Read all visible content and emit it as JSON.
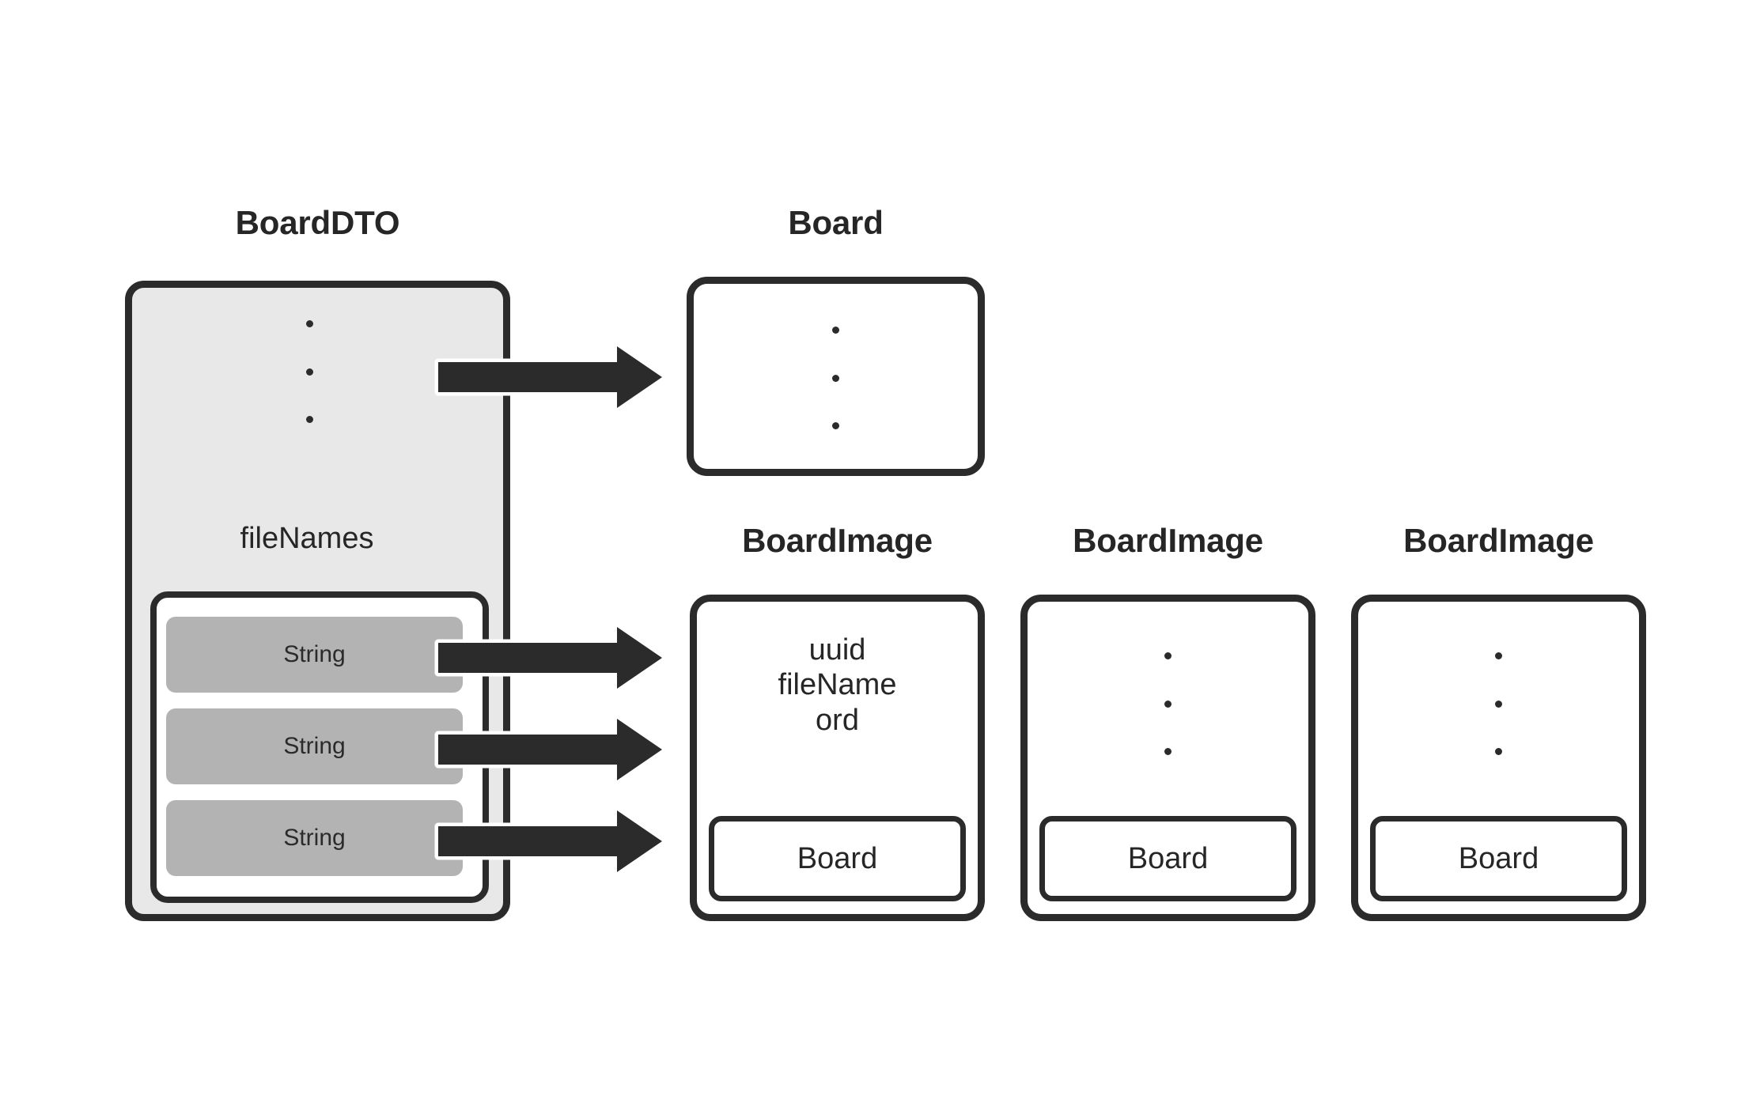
{
  "diagram": {
    "title_dto": "BoardDTO",
    "title_board": "Board",
    "title_image_1": "BoardImage",
    "title_image_2": "BoardImage",
    "title_image_3": "BoardImage",
    "colors": {
      "stroke": "#2b2b2b",
      "dto_fill": "#e8e8e8",
      "chip_fill": "#b3b3b3",
      "box_fill": "#ffffff",
      "background": "#ffffff"
    }
  },
  "dto": {
    "name": "BoardDTO",
    "field_label": "fileNames",
    "elided": "⋮",
    "items": [
      {
        "label": "String"
      },
      {
        "label": "String"
      },
      {
        "label": "String"
      }
    ]
  },
  "board": {
    "name": "Board",
    "elided": "⋮"
  },
  "board_images": [
    {
      "name": "BoardImage",
      "fields": "uuid\nfileName\nord",
      "has_fields": true,
      "relation_label": "Board"
    },
    {
      "name": "BoardImage",
      "fields": "",
      "has_fields": false,
      "relation_label": "Board"
    },
    {
      "name": "BoardImage",
      "fields": "",
      "has_fields": false,
      "relation_label": "Board"
    }
  ],
  "arrows": [
    {
      "from": "BoardDTO",
      "to": "Board"
    },
    {
      "from": "fileNames[0] String",
      "to": "BoardImage 1"
    },
    {
      "from": "fileNames[1] String",
      "to": "BoardImage 2"
    },
    {
      "from": "fileNames[2] String",
      "to": "BoardImage 3"
    }
  ]
}
